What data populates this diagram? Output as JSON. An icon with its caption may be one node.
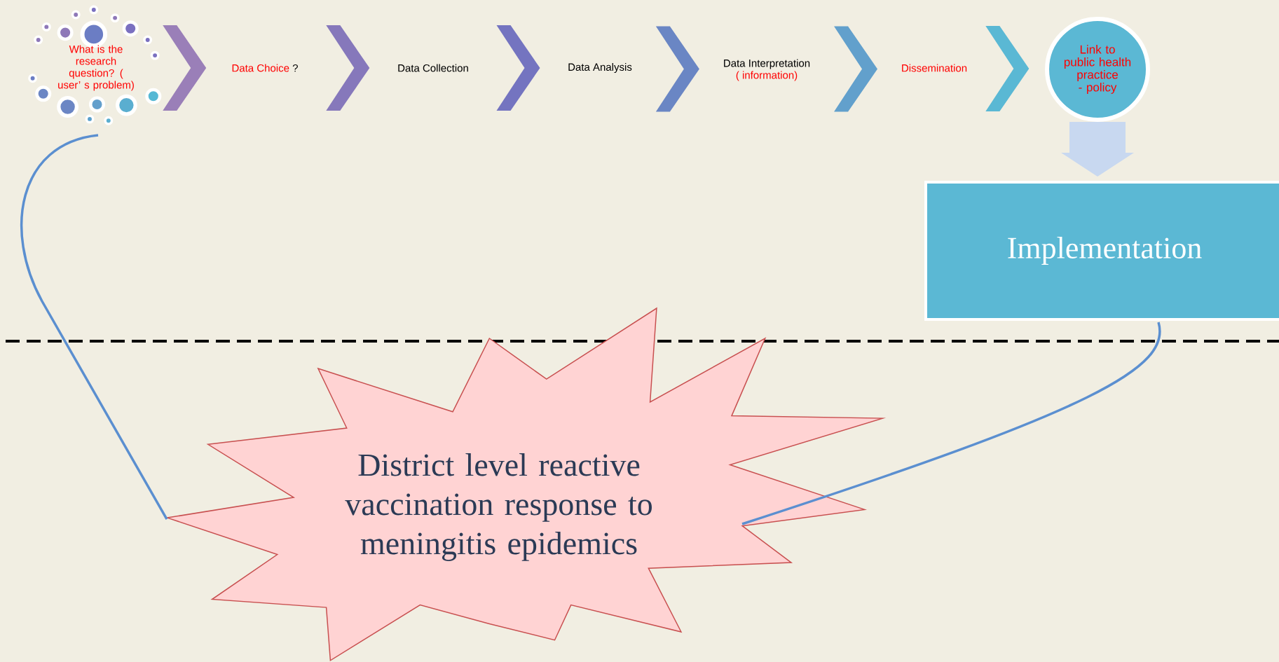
{
  "diagram": {
    "nodes": [
      {
        "text": [
          "What is the research question? ( user’ s problem)"
        ]
      },
      {
        "text": [
          "Data Choice",
          "?"
        ]
      },
      {
        "text": [
          "Data Collection"
        ]
      },
      {
        "text": [
          "Data Analysis"
        ]
      },
      {
        "text": [
          "Data Interpretation",
          "( information)"
        ]
      },
      {
        "text": [
          "Dissemination"
        ]
      },
      {
        "text": [
          "Link to public health practice - policy"
        ]
      },
      {
        "text": [
          "Implementation"
        ]
      },
      {
        "text": [
          "District level reactive vaccination response to meningitis epidemics"
        ]
      }
    ],
    "edges": [
      {
        "from": 0,
        "to": 1,
        "arrow": "to"
      },
      {
        "from": 1,
        "to": 2,
        "arrow": "to"
      },
      {
        "from": 2,
        "to": 3,
        "arrow": "to"
      },
      {
        "from": 3,
        "to": 4,
        "arrow": "to"
      },
      {
        "from": 4,
        "to": 5,
        "arrow": "to"
      },
      {
        "from": 5,
        "to": 6,
        "arrow": "to"
      },
      {
        "from": 6,
        "to": 7,
        "arrow": "to"
      },
      {
        "from": 0,
        "to": 8,
        "arrow": "none"
      },
      {
        "from": 7,
        "to": 8,
        "arrow": "none"
      }
    ]
  }
}
